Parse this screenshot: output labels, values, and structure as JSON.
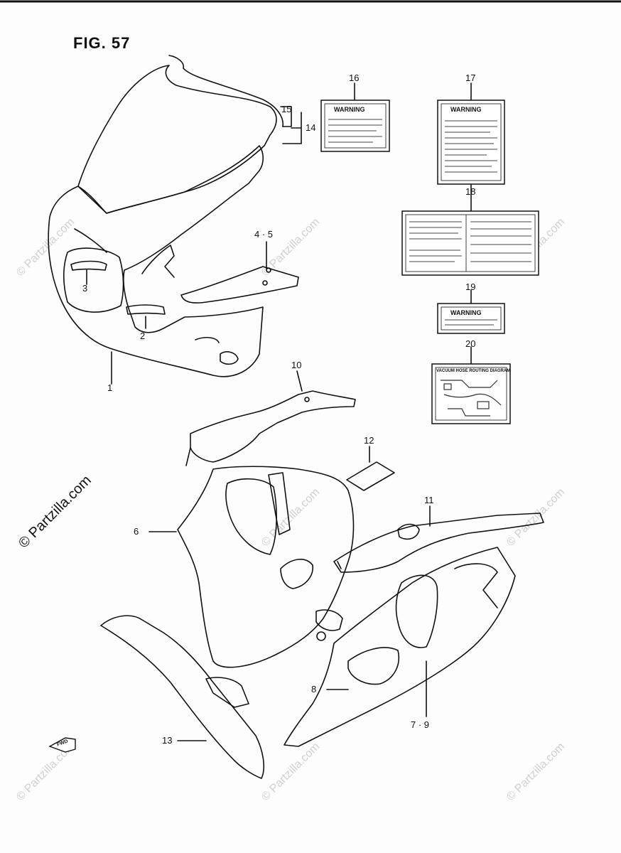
{
  "figure": {
    "title": "FIG. 57"
  },
  "callouts": {
    "c1": "1",
    "c2": "2",
    "c3": "3",
    "c4_5": "4 · 5",
    "c6": "6",
    "c7_9": "7 · 9",
    "c8": "8",
    "c10": "10",
    "c11": "11",
    "c12": "12",
    "c13": "13",
    "c14": "14",
    "c15": "15",
    "c16": "16",
    "c17": "17",
    "c18": "18",
    "c19": "19",
    "c20": "20"
  },
  "labels": {
    "warning_16": "WARNING",
    "warning_17": "WARNING",
    "warning_19": "WARNING",
    "label_20": "VACUUM HOSE ROUTING DIAGRAM"
  },
  "fwd_arrow": "FWD",
  "watermark": {
    "text": "© Partzilla.com"
  },
  "colors": {
    "ink": "#111111",
    "watermark": "#d0d0d0"
  }
}
